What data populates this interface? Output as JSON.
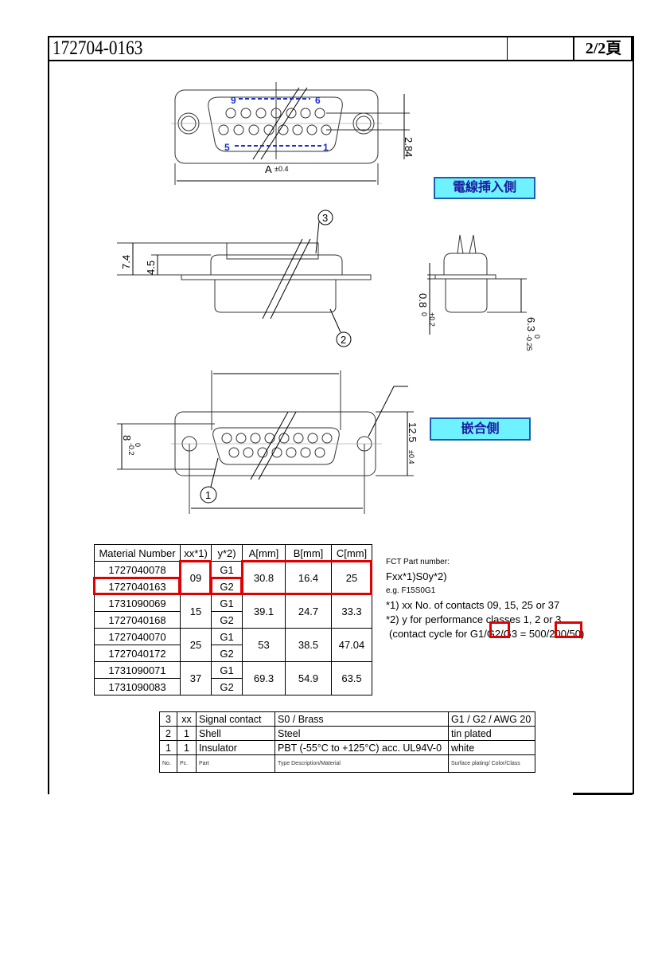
{
  "header": {
    "part_number": "172704-0163",
    "empty_cell": "",
    "page": "2/2頁"
  },
  "drawing": {
    "top_view": {
      "dim_a": "A",
      "dim_a_tol": "±0.4",
      "dim_pitch": "2.84",
      "pin_labels_top": [
        "9",
        "6"
      ],
      "pin_labels_bottom": [
        "5",
        "1"
      ],
      "side_label": "電線挿入側"
    },
    "side_view": {
      "dim_total": "7.4",
      "dim_body": "4.5",
      "callout_contact": "3",
      "callout_shell": "2",
      "dim_flange": "0.8",
      "dim_flange_tol_upper": "+0.2",
      "dim_flange_tol_lower": "0",
      "dim_depth": "6.3",
      "dim_depth_tol_upper": "0",
      "dim_depth_tol_lower": "-0.25"
    },
    "mating_view": {
      "dim_height": "8",
      "dim_height_tol_upper": "0",
      "dim_height_tol_lower": "-0.2",
      "dim_flange_h": "12.5",
      "dim_flange_h_tol": "±0.4",
      "callout_insulator": "1",
      "side_label": "嵌合側"
    }
  },
  "material_table": {
    "headers": [
      "Material Number",
      "xx*1)",
      "y*2)",
      "A[mm]",
      "B[mm]",
      "C[mm]"
    ],
    "groups": [
      {
        "xx": "09",
        "A": "30.8",
        "B": "16.4",
        "C": "25",
        "rows": [
          {
            "material": "1727040078",
            "y": "G1"
          },
          {
            "material": "1727040163",
            "y": "G2"
          }
        ]
      },
      {
        "xx": "15",
        "A": "39.1",
        "B": "24.7",
        "C": "33.3",
        "rows": [
          {
            "material": "1731090069",
            "y": "G1"
          },
          {
            "material": "1727040168",
            "y": "G2"
          }
        ]
      },
      {
        "xx": "25",
        "A": "53",
        "B": "38.5",
        "C": "47.04",
        "rows": [
          {
            "material": "1727040070",
            "y": "G1"
          },
          {
            "material": "1727040172",
            "y": "G2"
          }
        ]
      },
      {
        "xx": "37",
        "A": "69.3",
        "B": "54.9",
        "C": "63.5",
        "rows": [
          {
            "material": "1731090071",
            "y": "G1"
          },
          {
            "material": "1731090083",
            "y": "G2"
          }
        ]
      }
    ],
    "highlight_color": "#e00000"
  },
  "notes": {
    "title": "FCT Part number:",
    "format": "Fxx*1)S0y*2)",
    "example": "e.g. F15S0G1",
    "note1": "*1) xx No. of contacts 09, 15, 25 or 37",
    "note2": "*2) y for performance classes 1, 2 or 3",
    "note3": "(contact cycle for G1/G2/G3 = 500/200/50)"
  },
  "parts_table": {
    "rows": [
      {
        "no": "3",
        "pc": "xx",
        "part": "Signal contact",
        "material": "S0 / Brass",
        "surface": "G1 / G2 / AWG 20"
      },
      {
        "no": "2",
        "pc": "1",
        "part": "Shell",
        "material": "Steel",
        "surface": "tin plated"
      },
      {
        "no": "1",
        "pc": "1",
        "part": "Insulator",
        "material": "PBT (-55°C to +125°C) acc. UL94V-0",
        "surface": "white"
      }
    ],
    "header": {
      "no": "No.",
      "pc": "Pc.",
      "part": "Part",
      "material": "Type Description/Material",
      "surface": "Surface plating/ Color/Class"
    }
  }
}
